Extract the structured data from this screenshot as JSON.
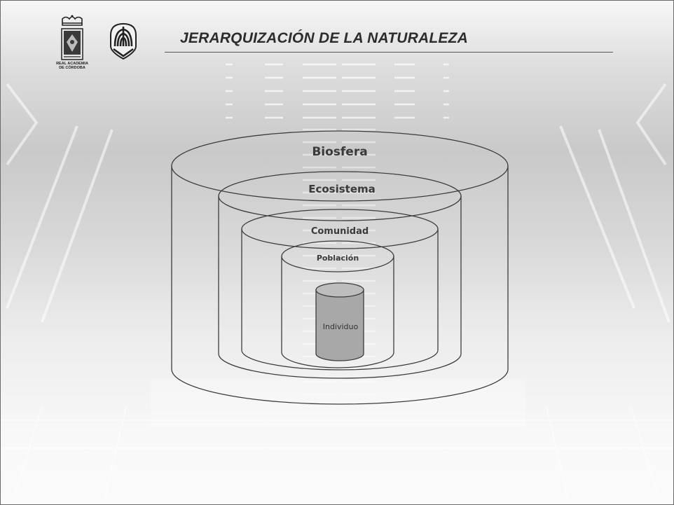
{
  "slide": {
    "title": "JERARQUIZACIÓN DE LA NATURALEZA"
  },
  "logos": {
    "left": {
      "text": "REAL ACADEMIA\nDE CÓRDOBA",
      "icon": "real-academia-crest-icon"
    },
    "right": {
      "icon": "university-emblem-icon"
    }
  },
  "diagram": {
    "levels": [
      {
        "id": "biosfera",
        "label": "Biosfera"
      },
      {
        "id": "ecosistema",
        "label": "Ecosistema"
      },
      {
        "id": "comunidad",
        "label": "Comunidad"
      },
      {
        "id": "poblacion",
        "label": "Población"
      },
      {
        "id": "individuo",
        "label": "Individuo"
      }
    ]
  },
  "colors": {
    "outline": "#3c3c3c",
    "title": "#2c2c2c",
    "individuo_fill": "#a8a8a8"
  }
}
